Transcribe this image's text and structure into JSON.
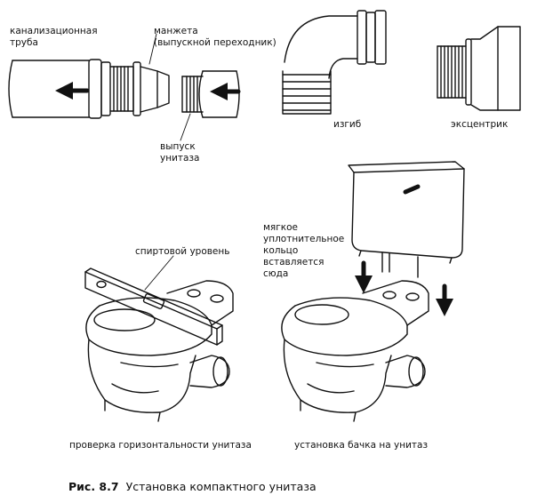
{
  "labels": {
    "sewer_pipe": "канализационная\nтруба",
    "cuff": "манжета\n(выпускной переходник)",
    "toilet_outlet": "выпуск\nунитаза",
    "bend": "изгиб",
    "eccentric": "эксцентрик",
    "spirit_level": "спиртовой уровень",
    "seal_ring": "мягкое\nуплотнительное\nкольцо\nвставляется\nсюда",
    "check_level": "проверка горизонтальности унитаза",
    "install_tank": "установка бачка на унитаз"
  },
  "caption": {
    "number": "Рис. 8.7",
    "text": "Установка компактного унитаза"
  }
}
